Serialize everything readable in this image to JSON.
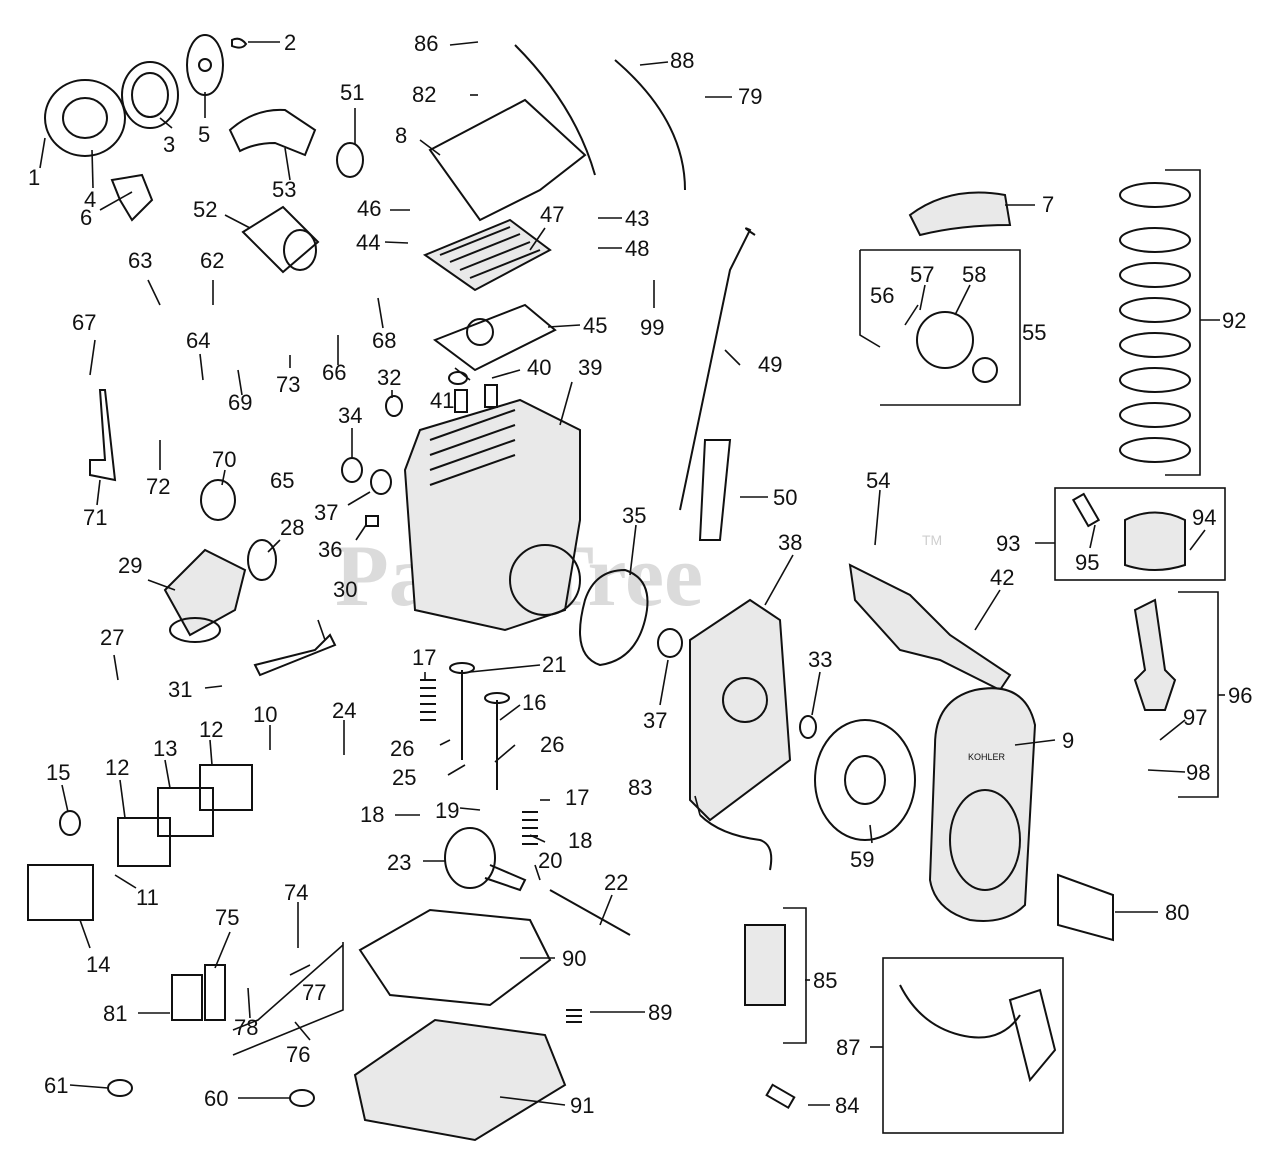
{
  "watermark": {
    "text": "PartsTree",
    "tm": "TM"
  },
  "shroud_badge": "KOHLER",
  "callouts": [
    {
      "id": "c1",
      "label": "1"
    },
    {
      "id": "c2",
      "label": "2"
    },
    {
      "id": "c3",
      "label": "3"
    },
    {
      "id": "c4",
      "label": "4"
    },
    {
      "id": "c5",
      "label": "5"
    },
    {
      "id": "c6",
      "label": "6"
    },
    {
      "id": "c7",
      "label": "7"
    },
    {
      "id": "c8",
      "label": "8"
    },
    {
      "id": "c9",
      "label": "9"
    },
    {
      "id": "c10",
      "label": "10"
    },
    {
      "id": "c11",
      "label": "11"
    },
    {
      "id": "c12a",
      "label": "12"
    },
    {
      "id": "c12b",
      "label": "12"
    },
    {
      "id": "c13",
      "label": "13"
    },
    {
      "id": "c14",
      "label": "14"
    },
    {
      "id": "c15",
      "label": "15"
    },
    {
      "id": "c16",
      "label": "16"
    },
    {
      "id": "c17a",
      "label": "17"
    },
    {
      "id": "c17b",
      "label": "17"
    },
    {
      "id": "c18a",
      "label": "18"
    },
    {
      "id": "c18b",
      "label": "18"
    },
    {
      "id": "c19",
      "label": "19"
    },
    {
      "id": "c20",
      "label": "20"
    },
    {
      "id": "c21",
      "label": "21"
    },
    {
      "id": "c22",
      "label": "22"
    },
    {
      "id": "c23",
      "label": "23"
    },
    {
      "id": "c24",
      "label": "24"
    },
    {
      "id": "c25",
      "label": "25"
    },
    {
      "id": "c26a",
      "label": "26"
    },
    {
      "id": "c26b",
      "label": "26"
    },
    {
      "id": "c27",
      "label": "27"
    },
    {
      "id": "c28",
      "label": "28"
    },
    {
      "id": "c29",
      "label": "29"
    },
    {
      "id": "c30",
      "label": "30"
    },
    {
      "id": "c31",
      "label": "31"
    },
    {
      "id": "c32",
      "label": "32"
    },
    {
      "id": "c33",
      "label": "33"
    },
    {
      "id": "c34",
      "label": "34"
    },
    {
      "id": "c35",
      "label": "35"
    },
    {
      "id": "c36",
      "label": "36"
    },
    {
      "id": "c37a",
      "label": "37"
    },
    {
      "id": "c37b",
      "label": "37"
    },
    {
      "id": "c38",
      "label": "38"
    },
    {
      "id": "c39",
      "label": "39"
    },
    {
      "id": "c40",
      "label": "40"
    },
    {
      "id": "c41",
      "label": "41"
    },
    {
      "id": "c42",
      "label": "42"
    },
    {
      "id": "c43",
      "label": "43"
    },
    {
      "id": "c44",
      "label": "44"
    },
    {
      "id": "c45",
      "label": "45"
    },
    {
      "id": "c46",
      "label": "46"
    },
    {
      "id": "c47",
      "label": "47"
    },
    {
      "id": "c48",
      "label": "48"
    },
    {
      "id": "c49",
      "label": "49"
    },
    {
      "id": "c50",
      "label": "50"
    },
    {
      "id": "c51",
      "label": "51"
    },
    {
      "id": "c52",
      "label": "52"
    },
    {
      "id": "c53",
      "label": "53"
    },
    {
      "id": "c54",
      "label": "54"
    },
    {
      "id": "c55",
      "label": "55"
    },
    {
      "id": "c56",
      "label": "56"
    },
    {
      "id": "c57",
      "label": "57"
    },
    {
      "id": "c58",
      "label": "58"
    },
    {
      "id": "c59",
      "label": "59"
    },
    {
      "id": "c60",
      "label": "60"
    },
    {
      "id": "c61",
      "label": "61"
    },
    {
      "id": "c62",
      "label": "62"
    },
    {
      "id": "c63",
      "label": "63"
    },
    {
      "id": "c64",
      "label": "64"
    },
    {
      "id": "c65",
      "label": "65"
    },
    {
      "id": "c66",
      "label": "66"
    },
    {
      "id": "c67",
      "label": "67"
    },
    {
      "id": "c68",
      "label": "68"
    },
    {
      "id": "c69",
      "label": "69"
    },
    {
      "id": "c70",
      "label": "70"
    },
    {
      "id": "c71",
      "label": "71"
    },
    {
      "id": "c72",
      "label": "72"
    },
    {
      "id": "c73",
      "label": "73"
    },
    {
      "id": "c74",
      "label": "74"
    },
    {
      "id": "c75",
      "label": "75"
    },
    {
      "id": "c76",
      "label": "76"
    },
    {
      "id": "c77",
      "label": "77"
    },
    {
      "id": "c78",
      "label": "78"
    },
    {
      "id": "c79",
      "label": "79"
    },
    {
      "id": "c80",
      "label": "80"
    },
    {
      "id": "c81",
      "label": "81"
    },
    {
      "id": "c82",
      "label": "82"
    },
    {
      "id": "c83",
      "label": "83"
    },
    {
      "id": "c84",
      "label": "84"
    },
    {
      "id": "c85",
      "label": "85"
    },
    {
      "id": "c86",
      "label": "86"
    },
    {
      "id": "c87",
      "label": "87"
    },
    {
      "id": "c88",
      "label": "88"
    },
    {
      "id": "c89",
      "label": "89"
    },
    {
      "id": "c90",
      "label": "90"
    },
    {
      "id": "c91",
      "label": "91"
    },
    {
      "id": "c92",
      "label": "92"
    },
    {
      "id": "c93",
      "label": "93"
    },
    {
      "id": "c94",
      "label": "94"
    },
    {
      "id": "c95",
      "label": "95"
    },
    {
      "id": "c96",
      "label": "96"
    },
    {
      "id": "c97",
      "label": "97"
    },
    {
      "id": "c98",
      "label": "98"
    },
    {
      "id": "c99",
      "label": "99"
    }
  ]
}
